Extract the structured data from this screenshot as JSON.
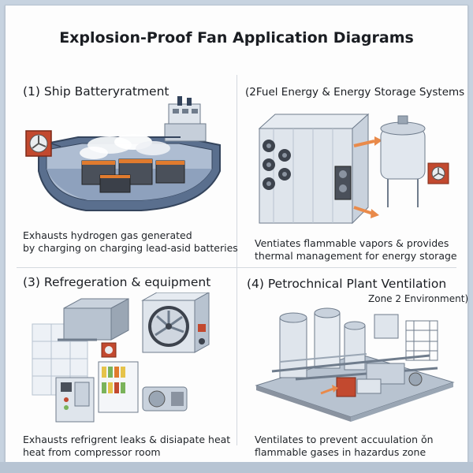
{
  "title": "Explosion-Proof Fan Application Diagrams",
  "panels": [
    {
      "heading": "(1) Ship Batteryratment",
      "caption_lines": [
        "Exhausts hydrogen gas generated",
        "by charging on charging lead-asid batteries"
      ],
      "icons": [
        "ship-hull-icon",
        "battery-bank-icon",
        "exhaust-fan-icon",
        "vapor-cloud-icon"
      ]
    },
    {
      "heading": "(2Fuel Energy & Energy Storage Systems",
      "caption_lines": [
        "Ventiates flammable vapors & provides",
        "thermal management for energy storage"
      ],
      "icons": [
        "storage-container-icon",
        "hydrogen-tank-icon",
        "exhaust-fan-icon",
        "airflow-arrow-icon"
      ]
    },
    {
      "heading": "(3) Refregeration & equipment",
      "caption_lines": [
        "Exhausts refrigrent leaks & disiapate heat",
        "heat from compressor room"
      ],
      "icons": [
        "condenser-fan-icon",
        "compressor-unit-icon",
        "control-cabinet-icon",
        "shelving-rack-icon"
      ]
    },
    {
      "heading": "(4) Petrochnical Plant Ventilation",
      "subnote": "Zone 2 Environment)",
      "caption_lines": [
        "Ventilates to prevent accuulation ǒn",
        "flammable gases in hazardus zone"
      ],
      "icons": [
        "storage-silo-icon",
        "pipe-rack-icon",
        "exhaust-fan-icon",
        "plant-platform-icon"
      ]
    }
  ],
  "colors": {
    "metal_light": "#dfe5ec",
    "metal_mid": "#b8c3d0",
    "metal_dark": "#6f7c8c",
    "hull_blue": "#5a6f8e",
    "hull_dark": "#34445c",
    "fan_red": "#c2492f",
    "battery_orange": "#e07b2e",
    "arrow_orange": "#e98a4a",
    "hazard_yellow": "#e6c34a",
    "accent_green": "#7ab35a"
  }
}
